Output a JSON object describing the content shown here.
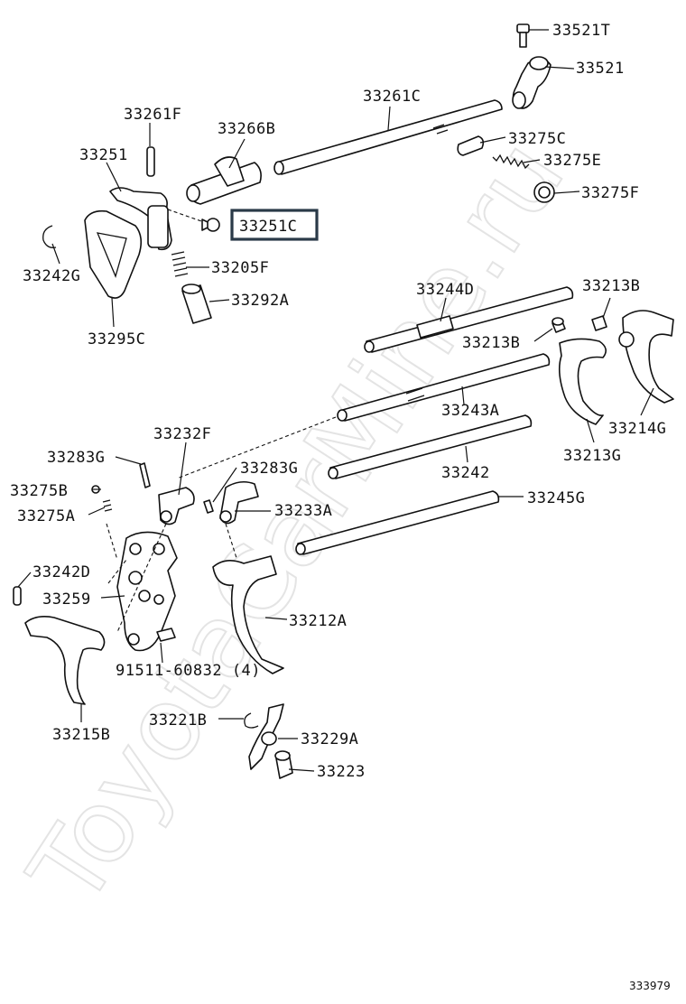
{
  "watermark": "ToyotaCarMine.ru",
  "reference_number": "333979",
  "highlighted_part": "33251C",
  "callouts": [
    {
      "id": "p33521T",
      "text": "33521T"
    },
    {
      "id": "p33521",
      "text": "33521"
    },
    {
      "id": "p33261C",
      "text": "33261C"
    },
    {
      "id": "p33261F",
      "text": "33261F"
    },
    {
      "id": "p33266B",
      "text": "33266B"
    },
    {
      "id": "p33251",
      "text": "33251"
    },
    {
      "id": "p33275C",
      "text": "33275C"
    },
    {
      "id": "p33275E",
      "text": "33275E"
    },
    {
      "id": "p33275F",
      "text": "33275F"
    },
    {
      "id": "p33251C",
      "text": "33251C"
    },
    {
      "id": "p33242G",
      "text": "33242G"
    },
    {
      "id": "p33205F",
      "text": "33205F"
    },
    {
      "id": "p33292A",
      "text": "33292A"
    },
    {
      "id": "p33295C",
      "text": "33295C"
    },
    {
      "id": "p33244D",
      "text": "33244D"
    },
    {
      "id": "p33213B_a",
      "text": "33213B"
    },
    {
      "id": "p33213B_b",
      "text": "33213B"
    },
    {
      "id": "p33243A",
      "text": "33243A"
    },
    {
      "id": "p33214G",
      "text": "33214G"
    },
    {
      "id": "p33232F",
      "text": "33232F"
    },
    {
      "id": "p33213G",
      "text": "33213G"
    },
    {
      "id": "p33283G_a",
      "text": "33283G"
    },
    {
      "id": "p33283G_b",
      "text": "33283G"
    },
    {
      "id": "p33242",
      "text": "33242"
    },
    {
      "id": "p33275B",
      "text": "33275B"
    },
    {
      "id": "p33245G",
      "text": "33245G"
    },
    {
      "id": "p33275A",
      "text": "33275A"
    },
    {
      "id": "p33233A",
      "text": "33233A"
    },
    {
      "id": "p33242D",
      "text": "33242D"
    },
    {
      "id": "p33259",
      "text": "33259"
    },
    {
      "id": "p33212A",
      "text": "33212A"
    },
    {
      "id": "p91511",
      "text": "91511-60832 (4)"
    },
    {
      "id": "p33215B",
      "text": "33215B"
    },
    {
      "id": "p33221B",
      "text": "33221B"
    },
    {
      "id": "p33229A",
      "text": "33229A"
    },
    {
      "id": "p33223",
      "text": "33223"
    }
  ]
}
